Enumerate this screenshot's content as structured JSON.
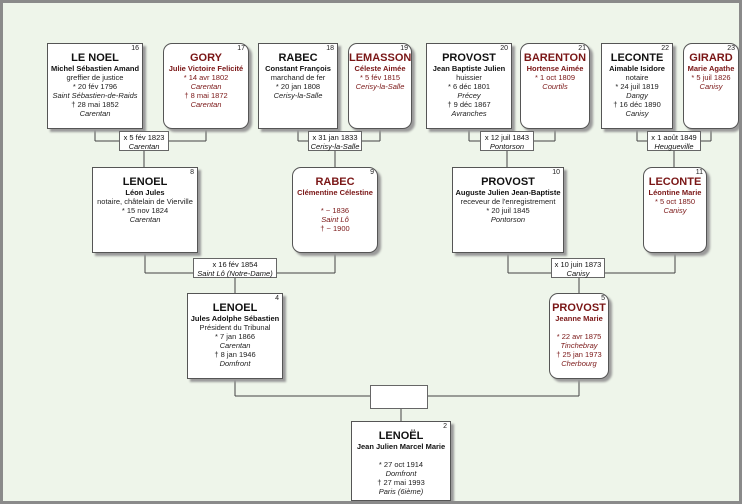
{
  "gen4": [
    {
      "num": "16",
      "surname": "LE NOEL",
      "given": "Michel Sébastien Amand",
      "lines": [
        "greffier de justice",
        "* 20 fév 1796"
      ],
      "lines_it": [
        "Saint Sébastien-de-Raids"
      ],
      "lines2": [
        "† 28 mai 1852"
      ],
      "lines2_it": [
        "Carentan"
      ]
    },
    {
      "num": "17",
      "surname": "GORY",
      "given": "Julie Victoire Felicité",
      "lines": [
        "* 14 avr 1802"
      ],
      "lines_it": [
        "Carentan"
      ],
      "lines2": [
        "† 8 mai 1872"
      ],
      "lines2_it": [
        "Carentan"
      ]
    },
    {
      "num": "18",
      "surname": "RABEC",
      "given": "Constant François",
      "lines": [
        "marchand de fer",
        "* 20 jan 1808"
      ],
      "lines_it": [
        "Cerisy-la-Salle"
      ]
    },
    {
      "num": "19",
      "surname": "LEMASSON",
      "given": "Céleste Aimée",
      "lines": [
        "* 5 fév 1815"
      ],
      "lines_it": [
        "Cerisy-la-Salle"
      ]
    },
    {
      "num": "20",
      "surname": "PROVOST",
      "given": "Jean Baptiste Julien",
      "lines": [
        "huissier",
        "* 6 déc 1801"
      ],
      "lines_it": [
        "Précey"
      ],
      "lines2": [
        "† 9 déc 1867"
      ],
      "lines2_it": [
        "Avranches"
      ]
    },
    {
      "num": "21",
      "surname": "BARENTON",
      "given": "Hortense Aimée",
      "lines": [
        "* 1 oct 1809"
      ],
      "lines_it": [
        "Courtils"
      ]
    },
    {
      "num": "22",
      "surname": "LECONTE",
      "given": "Aimable Isidore",
      "lines": [
        "notaire",
        "* 24 juil 1819"
      ],
      "lines_it": [
        "Dangy"
      ],
      "lines2": [
        "† 16 déc 1890"
      ],
      "lines2_it": [
        "Canisy"
      ]
    },
    {
      "num": "23",
      "surname": "GIRARD",
      "given": "Marie Agathe",
      "lines": [
        "* 5 juil 1826"
      ],
      "lines_it": [
        "Canisy"
      ]
    }
  ],
  "gen3": [
    {
      "num": "8",
      "surname": "LENOEL",
      "given": "Léon Jules",
      "lines": [
        "notaire, châtelain de Vierville",
        "* 15 nov 1824"
      ],
      "lines_it": [
        "Carentan"
      ]
    },
    {
      "num": "9",
      "surname": "RABEC",
      "given": "Clémentine Célestine",
      "lines": [
        "* ~ 1836"
      ],
      "lines_it": [
        "Saint Lô"
      ],
      "lines2": [
        "† ~ 1900"
      ]
    },
    {
      "num": "10",
      "surname": "PROVOST",
      "given": "Auguste Julien Jean-Baptiste",
      "lines": [
        "receveur de l'enregistrement",
        "* 20 juil 1845"
      ],
      "lines_it": [
        "Pontorson"
      ]
    },
    {
      "num": "11",
      "surname": "LECONTE",
      "given": "Léontine Marie",
      "lines": [
        "* 5 oct 1850"
      ],
      "lines_it": [
        "Canisy"
      ]
    }
  ],
  "gen2": [
    {
      "num": "4",
      "surname": "LENOEL",
      "given": "Jules Adolphe Sébastien",
      "lines": [
        "Président du Tribunal",
        "* 7 jan 1866"
      ],
      "lines_it": [
        "Carentan"
      ],
      "lines2": [
        "† 8 jan 1946"
      ],
      "lines2_it": [
        "Domfront"
      ]
    },
    {
      "num": "5",
      "surname": "PROVOST",
      "given": "Jeanne Marie",
      "lines": [
        "* 22 avr 1875"
      ],
      "lines_it": [
        "Tinchebray"
      ],
      "lines2": [
        "† 25 jan 1973"
      ],
      "lines2_it": [
        "Cherbourg"
      ]
    }
  ],
  "gen1": [
    {
      "num": "2",
      "surname": "LENOËL",
      "given": "Jean Julien Marcel Marie",
      "lines": [
        "* 27 oct 1914"
      ],
      "lines_it": [
        "Domfront"
      ],
      "lines2": [
        "† 27 mai 1993"
      ],
      "lines2_it": [
        "Paris (6ième)"
      ]
    }
  ],
  "marriages": [
    {
      "date": "x 5 fév 1823",
      "place": "Carentan"
    },
    {
      "date": "x 31 jan 1833",
      "place": "Cerisy-la-Salle"
    },
    {
      "date": "x 12 juil 1843",
      "place": "Pontorson"
    },
    {
      "date": "x 1 août 1849",
      "place": "Heugueville"
    },
    {
      "date": "x 16 fév 1854",
      "place": "Saint Lô (Notre-Dame)"
    },
    {
      "date": "x 10 juin 1873",
      "place": "Canisy"
    }
  ]
}
